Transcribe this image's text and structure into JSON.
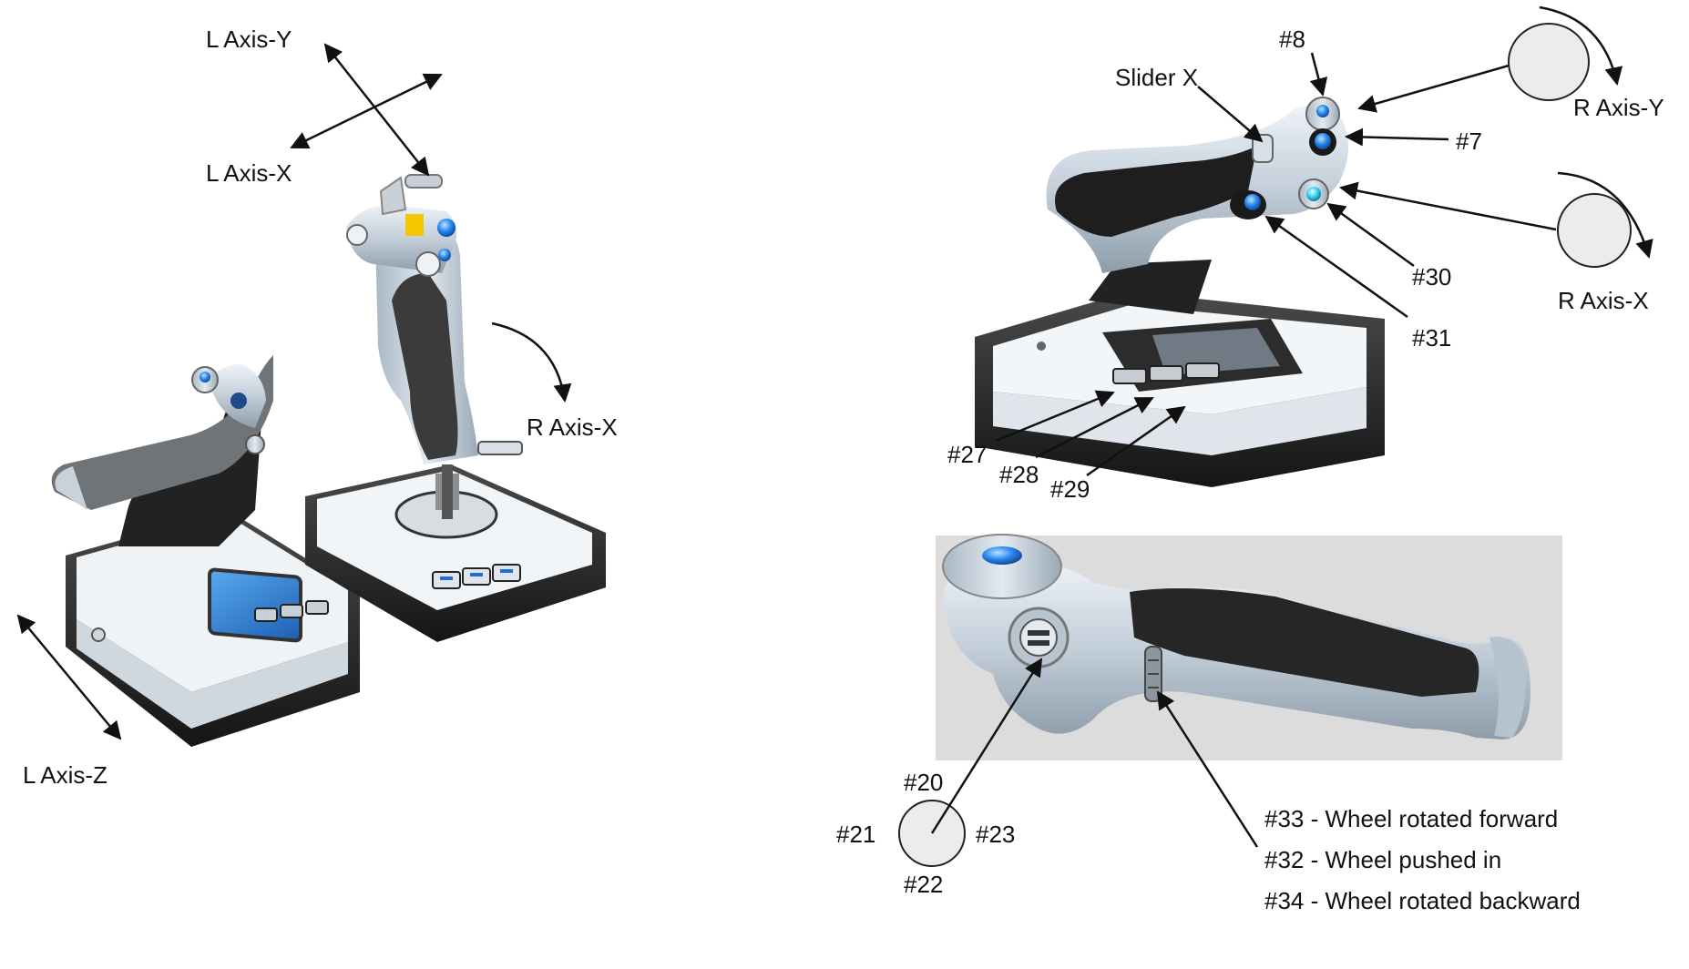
{
  "left": {
    "axis_labels": {
      "l_axis_y": "L Axis-Y",
      "l_axis_x": "L Axis-X",
      "r_axis_x": "R Axis-X",
      "l_axis_z": "L Axis-Z"
    }
  },
  "top_right": {
    "labels": {
      "b8": "#8",
      "slider_x": "Slider X",
      "b7": "#7",
      "r_axis_y": "R Axis-Y",
      "r_axis_x": "R Axis-X",
      "b30": "#30",
      "b31": "#31",
      "b27": "#27",
      "b28": "#28",
      "b29": "#29"
    }
  },
  "bottom_right": {
    "hat": {
      "up": "#20",
      "left": "#21",
      "right": "#23",
      "down": "#22"
    },
    "wheel_legend": [
      "#33 - Wheel rotated forward",
      "#32 - Wheel pushed in",
      "#34 - Wheel rotated backward"
    ]
  },
  "colors": {
    "body_silver": "#c9d4de",
    "body_dark": "#2b2b2b",
    "grip_black": "#1e1e1e",
    "accent_blue": "#1d6fd6",
    "photo_bg": "#dcdcdc"
  }
}
